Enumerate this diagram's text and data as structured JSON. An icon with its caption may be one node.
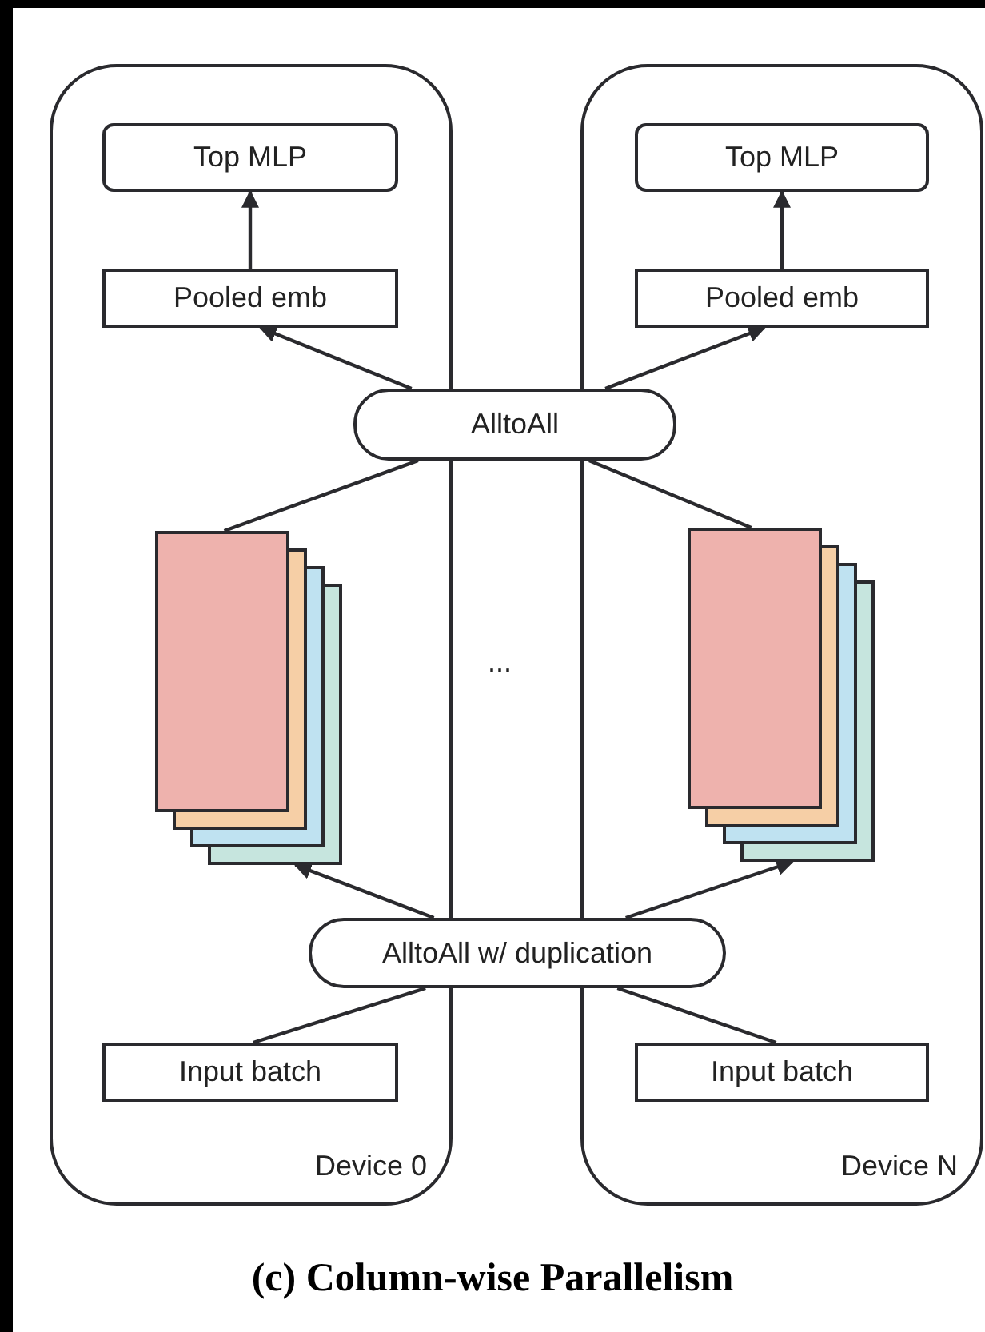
{
  "diagram": {
    "caption": "(c) Column-wise Parallelism",
    "nodes": [
      {
        "text": [
          "Device 0"
        ]
      },
      {
        "text": [
          "Top MLP"
        ],
        "in": 0
      },
      {
        "text": [
          "Pooled emb"
        ],
        "in": 0
      },
      {
        "text": [],
        "shape": "box",
        "in": 0
      },
      {
        "text": [
          "Input batch"
        ],
        "in": 0
      },
      {
        "text": [
          "Device N"
        ]
      },
      {
        "text": [
          "Top MLP"
        ],
        "in": 5
      },
      {
        "text": [
          "Pooled emb"
        ],
        "in": 5
      },
      {
        "text": [],
        "shape": "box",
        "in": 5
      },
      {
        "text": [
          "Input batch"
        ],
        "in": 5
      },
      {
        "text": [
          "AlltoAll"
        ]
      },
      {
        "text": [
          "AlltoAll w/ duplication"
        ]
      }
    ],
    "edges": [
      {
        "from": 2,
        "to": 1,
        "arrow": "to"
      },
      {
        "from": 7,
        "to": 6,
        "arrow": "to"
      },
      {
        "from": 10,
        "to": 2,
        "arrow": "to"
      },
      {
        "from": 10,
        "to": 7,
        "arrow": "to"
      },
      {
        "from": 3,
        "to": 10,
        "arrow": "none"
      },
      {
        "from": 8,
        "to": 10,
        "arrow": "none"
      },
      {
        "from": 11,
        "to": 3,
        "arrow": "to"
      },
      {
        "from": 11,
        "to": 8,
        "arrow": "to"
      },
      {
        "from": 4,
        "to": 11,
        "arrow": "none"
      },
      {
        "from": 9,
        "to": 11,
        "arrow": "none"
      }
    ],
    "labels": [
      "..."
    ]
  }
}
